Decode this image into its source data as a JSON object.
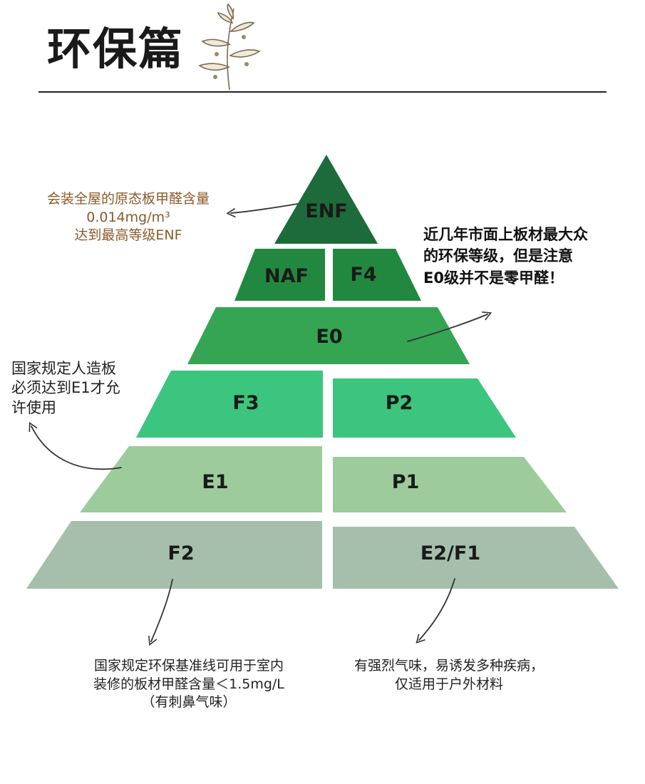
{
  "header": {
    "title": "环保篇"
  },
  "pyramid": {
    "levels": [
      {
        "label": "ENF",
        "color": "#1d6b3a"
      },
      {
        "label": "NAF",
        "color": "#23883f"
      },
      {
        "label": "F4",
        "color": "#23883f"
      },
      {
        "label": "E0",
        "color": "#35a553"
      },
      {
        "label": "F3",
        "color": "#3bc57f"
      },
      {
        "label": "P2",
        "color": "#3bc57f"
      },
      {
        "label": "E1",
        "color": "#9dcb9c"
      },
      {
        "label": "P1",
        "color": "#9dcb9c"
      },
      {
        "label": "F2",
        "color": "#a5bfac"
      },
      {
        "label": "E2/F1",
        "color": "#a5bfac"
      }
    ]
  },
  "notes": {
    "enf": [
      "会装全屋的原态板甲醛含量",
      "0.014mg/m³",
      "达到最高等级ENF"
    ],
    "e0": [
      "近几年市面上板材最大众",
      "的环保等级，但是注意",
      "E0级并不是零甲醛！"
    ],
    "e1": [
      "国家规定人造板",
      "必须达到E1才允",
      "许使用"
    ],
    "f2": [
      "国家规定环保基准线可用于室内",
      "装修的板材甲醛含量＜1.5mg/L",
      "（有刺鼻气味）"
    ],
    "e2f1": [
      "有强烈气味，易诱发多种疾病，",
      "仅适用于户外材料"
    ]
  }
}
